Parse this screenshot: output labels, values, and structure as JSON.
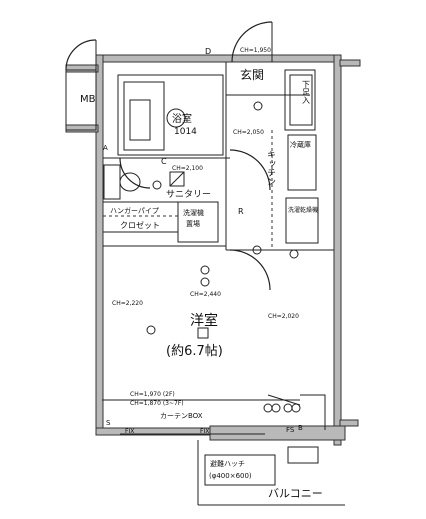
{
  "labels": {
    "mb": "MB",
    "entrance": "玄関",
    "shoebox": "下足入",
    "bath_unit": "浴室",
    "bath_size": "1014",
    "sanitary": "サニタリー",
    "kitchen": "キッチン",
    "fridge": "冷蔵庫",
    "washer_line1": "洗濯機",
    "washer_line2": "置場",
    "laundry": "洗濯乾燥機",
    "hanger_pipe": "ハンガーパイプ",
    "closet": "クロゼット",
    "room_name": "洋室",
    "room_size": "(約6.7帖)",
    "curtain_box": "カーテンBOX",
    "balcony": "バルコニー",
    "hatch_line1": "避難ハッチ",
    "hatch_line2": "(φ400×600)",
    "d_mark": "D",
    "c_mark": "C",
    "r_mark": "R",
    "fs": "FS",
    "fix1": "FIX",
    "fix2": "FIX",
    "s_mark": "S",
    "ch_entrance": "CH=1,950",
    "ch_kitchen": "CH=2,050",
    "ch_sanitary": "CH=2,100",
    "ch_closet": "CH=2,440",
    "ch_left": "CH=2,220",
    "ch_right": "CH=2,020",
    "ch_bottom1": "CH=1,970 (2F)",
    "ch_bottom2": "CH=1,870 (3~7F)",
    "a_mark": "A",
    "b_mark": "B"
  }
}
